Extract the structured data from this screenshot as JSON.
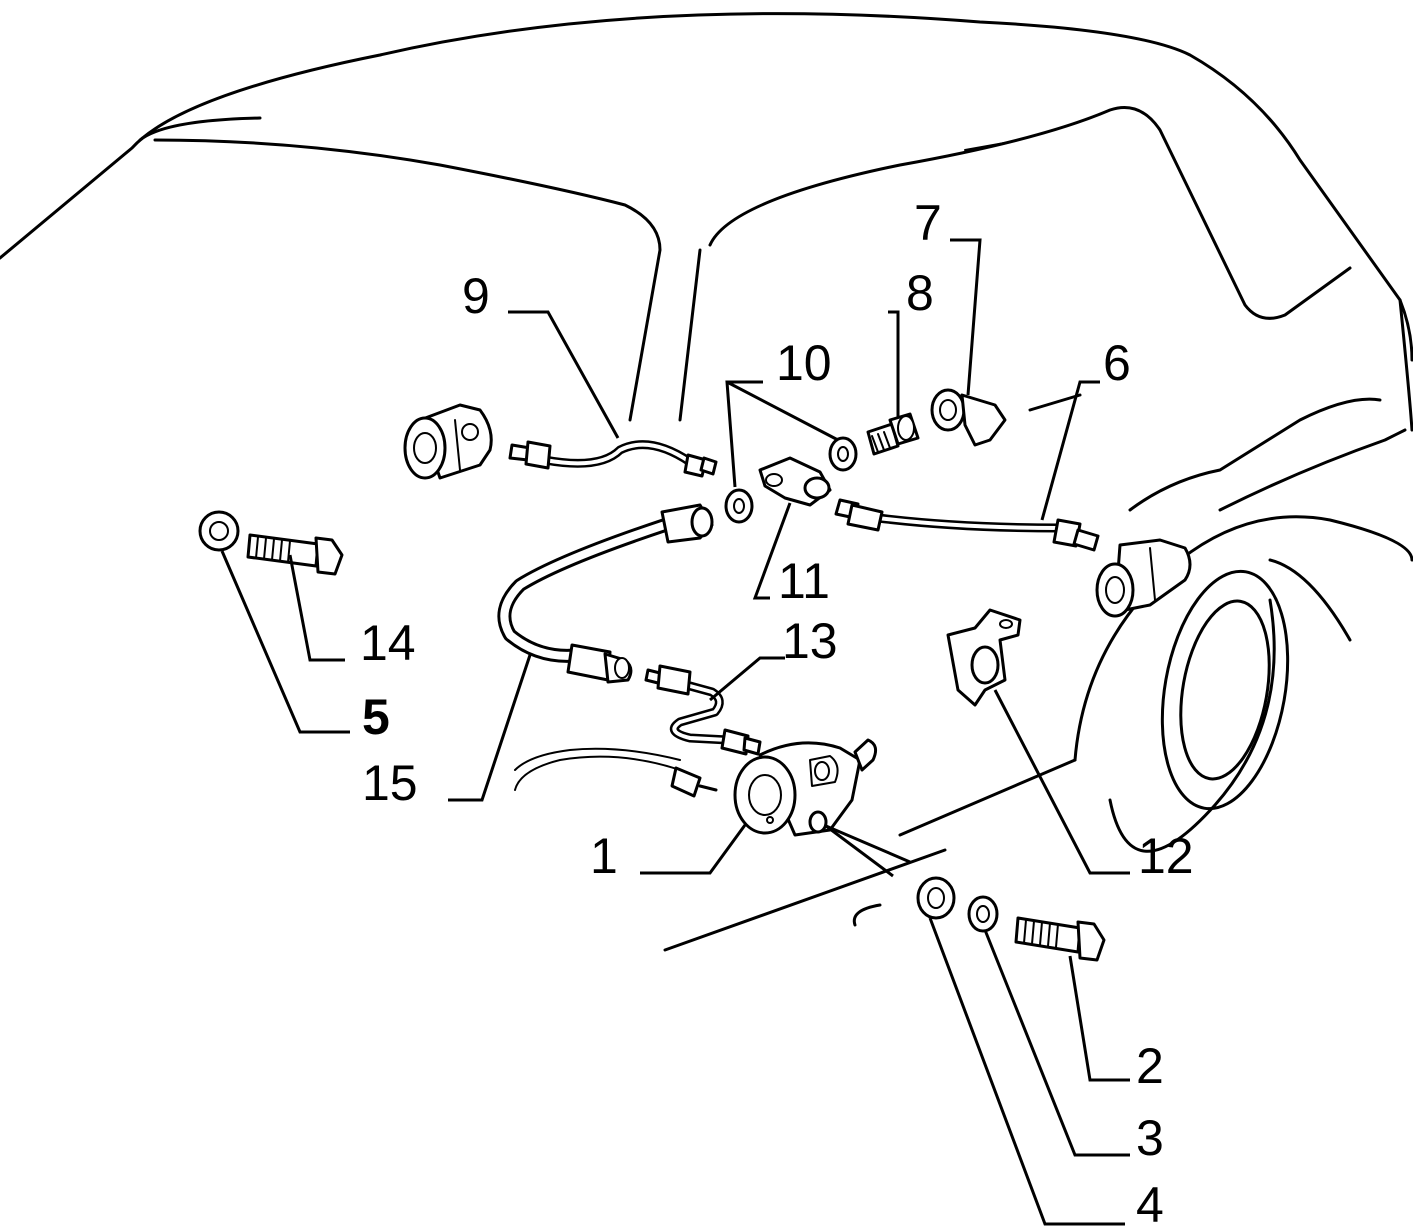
{
  "diagram": {
    "callouts": [
      {
        "id": "1",
        "label": "1"
      },
      {
        "id": "2",
        "label": "2"
      },
      {
        "id": "3",
        "label": "3"
      },
      {
        "id": "4",
        "label": "4"
      },
      {
        "id": "5",
        "label": "5",
        "bold": true
      },
      {
        "id": "6",
        "label": "6"
      },
      {
        "id": "7",
        "label": "7"
      },
      {
        "id": "8",
        "label": "8"
      },
      {
        "id": "9",
        "label": "9"
      },
      {
        "id": "10",
        "label": "10"
      },
      {
        "id": "11",
        "label": "11"
      },
      {
        "id": "12",
        "label": "12"
      },
      {
        "id": "13",
        "label": "13"
      },
      {
        "id": "14",
        "label": "14"
      },
      {
        "id": "15",
        "label": "15"
      }
    ]
  }
}
